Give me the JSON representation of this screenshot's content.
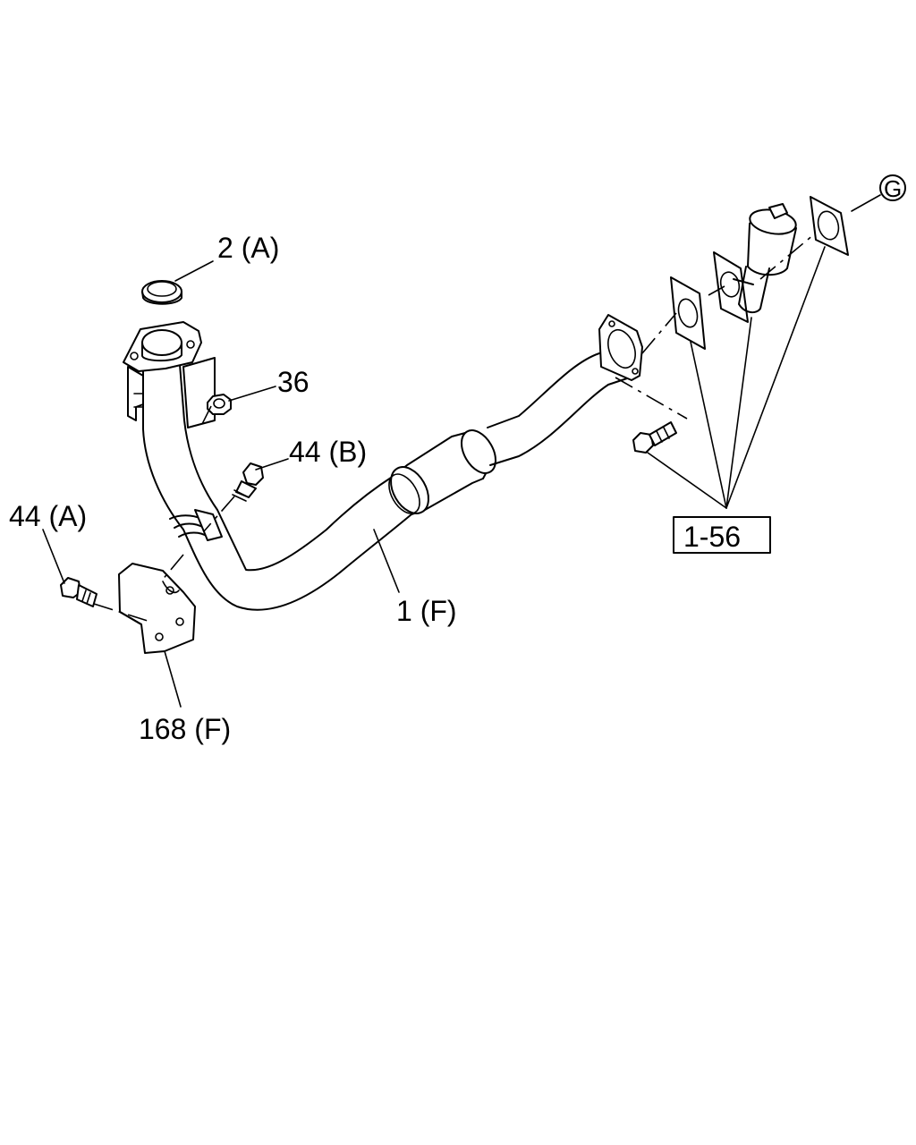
{
  "callouts": {
    "seal": "2 (A)",
    "nut": "36",
    "bolt_upper": "44 (B)",
    "bolt_lower": "44 (A)",
    "pipe": "1 (F)",
    "bracket": "168 (F)",
    "group_ref": "1-56",
    "connector": "G"
  }
}
